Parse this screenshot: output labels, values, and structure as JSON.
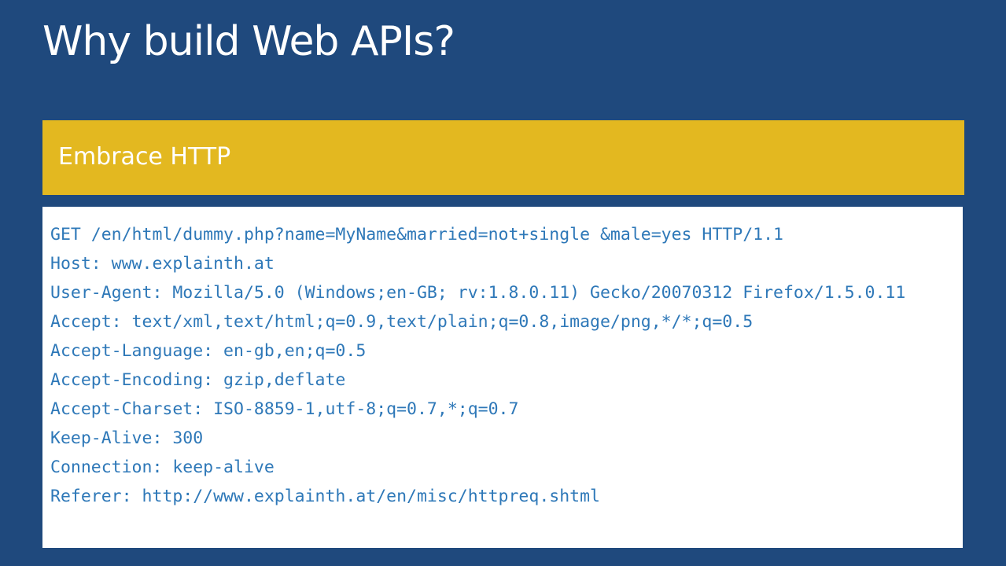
{
  "slide": {
    "title": "Why build Web APIs?",
    "banner": "Embrace HTTP",
    "code_lines": [
      "GET /en/html/dummy.php?name=MyName&married=not+single &male=yes HTTP/1.1",
      "Host: www.explainth.at",
      "User-Agent: Mozilla/5.0 (Windows;en-GB; rv:1.8.0.11) Gecko/20070312 Firefox/1.5.0.11",
      "Accept: text/xml,text/html;q=0.9,text/plain;q=0.8,image/png,*/*;q=0.5",
      "Accept-Language: en-gb,en;q=0.5",
      "Accept-Encoding: gzip,deflate",
      "Accept-Charset: ISO-8859-1,utf-8;q=0.7,*;q=0.7",
      "Keep-Alive: 300",
      "Connection: keep-alive",
      "Referer: http://www.explainth.at/en/misc/httpreq.shtml"
    ]
  },
  "colors": {
    "background": "#1f497d",
    "banner": "#e3b820",
    "code_text": "#2e78b8",
    "code_background": "#ffffff"
  }
}
